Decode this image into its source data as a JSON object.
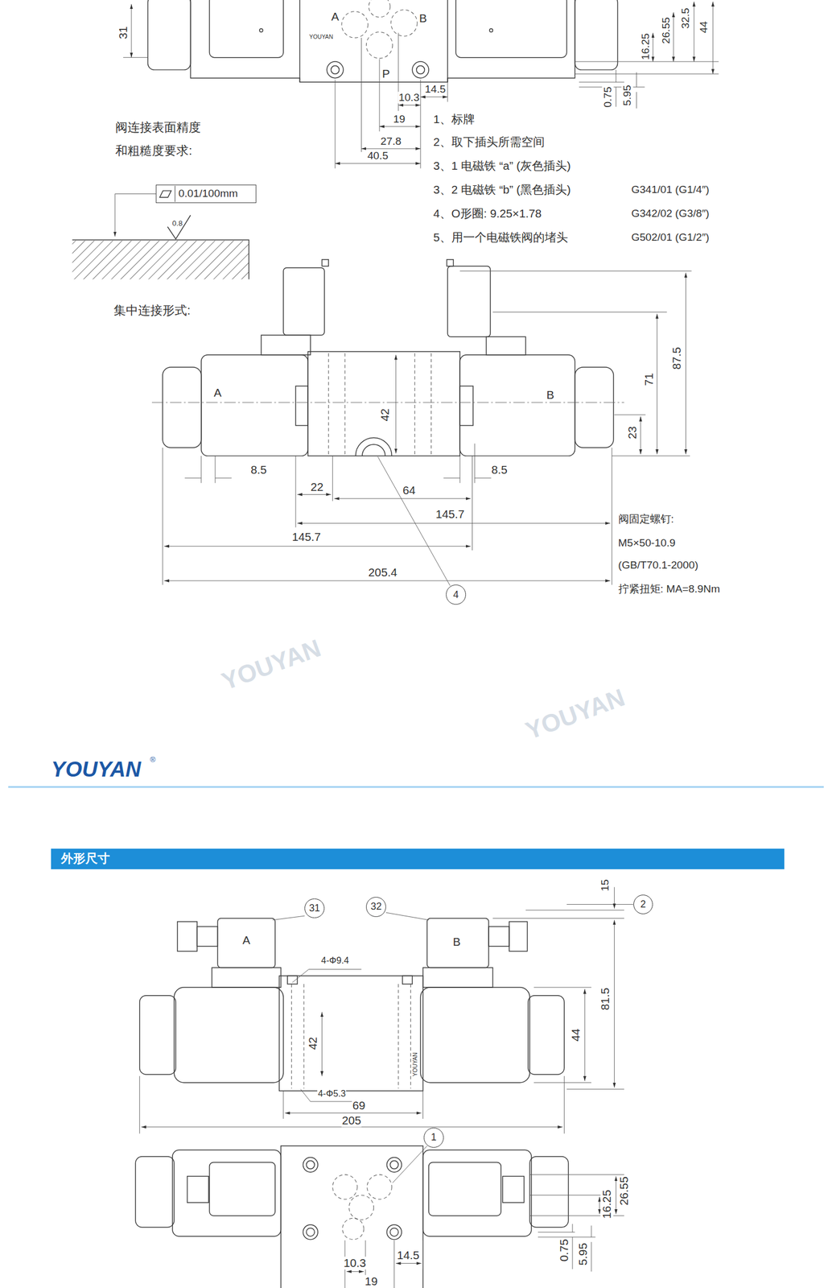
{
  "diagram": {
    "nodes": [
      {
        "text": [
          "0.01/100mm"
        ]
      },
      {
        "text": [
          "4"
        ]
      },
      {
        "text": [
          "外形尺寸"
        ]
      },
      {
        "text": [
          "31"
        ]
      },
      {
        "text": [
          "32"
        ]
      },
      {
        "text": [
          "2"
        ]
      },
      {
        "text": [
          "1"
        ]
      }
    ],
    "labels": [
      "31",
      "A",
      "B",
      "YOUYAN",
      "P",
      "16.25",
      "26.55",
      "32.5",
      "44",
      "14.5",
      "10.3",
      "19",
      "27.8",
      "40.5",
      "0.75",
      "5.95",
      "阀连接表面精度",
      "和粗糙度要求:",
      "1、标牌",
      "2、取下插头所需空间",
      "3、1 电磁铁 “a” (灰色插头)",
      "3、2 电磁铁 “b” (黑色插头)",
      "G341/01 (G1/4″)",
      "4、O形圈: 9.25×1.78",
      "G342/02 (G3/8″)",
      "5、用一个电磁铁阀的堵头",
      "G502/01 (G1/2″)",
      "0.8",
      "集中连接形式:",
      "A",
      "B",
      "42",
      "71",
      "87.5",
      "23",
      "8.5",
      "22",
      "64",
      "8.5",
      "145.7",
      "145.7",
      "205.4",
      "阀固定螺钉:",
      "M5×50-10.9",
      "(GB/T70.1-2000)",
      "拧紧扭矩: MA=8.9Nm",
      "YOUYAN",
      "®",
      "A",
      "B",
      "4-Φ9.4",
      "42",
      "YOUYAN",
      "81.5",
      "44",
      "15",
      "4-Φ5.3",
      "69",
      "205",
      "26.55",
      "16.25",
      "0.75",
      "5.95",
      "10.3",
      "14.5",
      "19",
      "YOUYAN",
      "YOUYAN"
    ]
  }
}
